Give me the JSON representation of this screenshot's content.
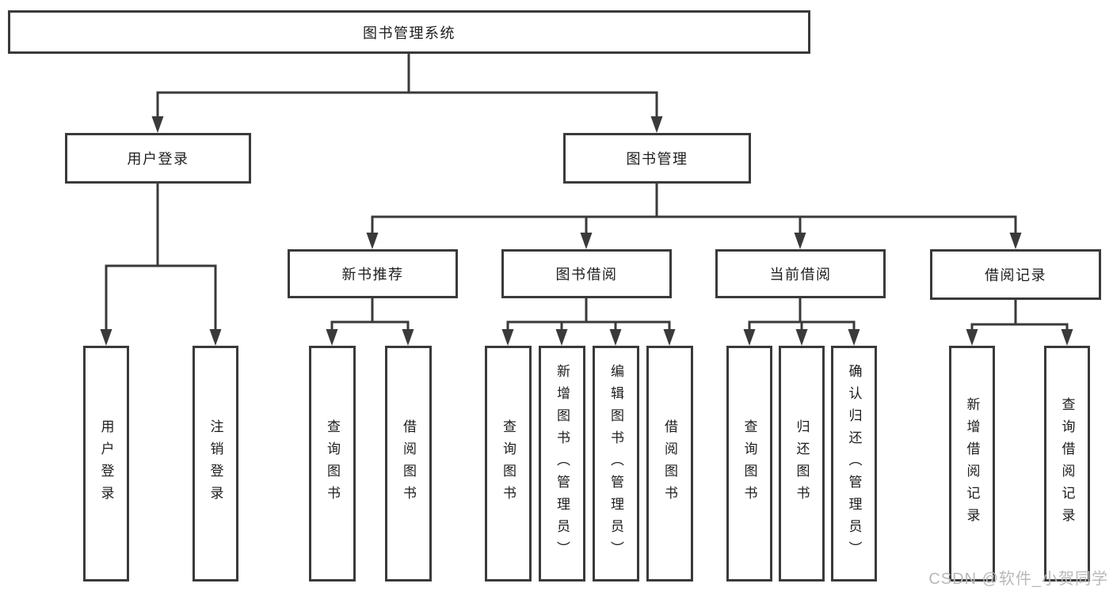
{
  "tree": {
    "label": "图书管理系统",
    "children": [
      {
        "label": "用户登录",
        "children": [
          {
            "label": "用户登录"
          },
          {
            "label": "注销登录"
          }
        ]
      },
      {
        "label": "图书管理",
        "children": [
          {
            "label": "新书推荐",
            "children": [
              {
                "label": "查询图书"
              },
              {
                "label": "借阅图书"
              }
            ]
          },
          {
            "label": "图书借阅",
            "children": [
              {
                "label": "查询图书"
              },
              {
                "label": "新增图书（管理员）"
              },
              {
                "label": "编辑图书（管理员）"
              },
              {
                "label": "借阅图书"
              }
            ]
          },
          {
            "label": "当前借阅",
            "children": [
              {
                "label": "查询图书"
              },
              {
                "label": "归还图书"
              },
              {
                "label": "确认归还（管理员）"
              }
            ]
          },
          {
            "label": "借阅记录",
            "children": [
              {
                "label": "新增借阅记录"
              },
              {
                "label": "查询借阅记录"
              }
            ]
          }
        ]
      }
    ]
  },
  "watermark": "CSDN @软件_小贺同学",
  "colors": {
    "line": "#3a3a3a",
    "border": "#3a3a3a",
    "text": "#1d1d1d",
    "box_background": "#ffffff",
    "page_background": "#ffffff",
    "watermark": "#b9b9b9"
  }
}
